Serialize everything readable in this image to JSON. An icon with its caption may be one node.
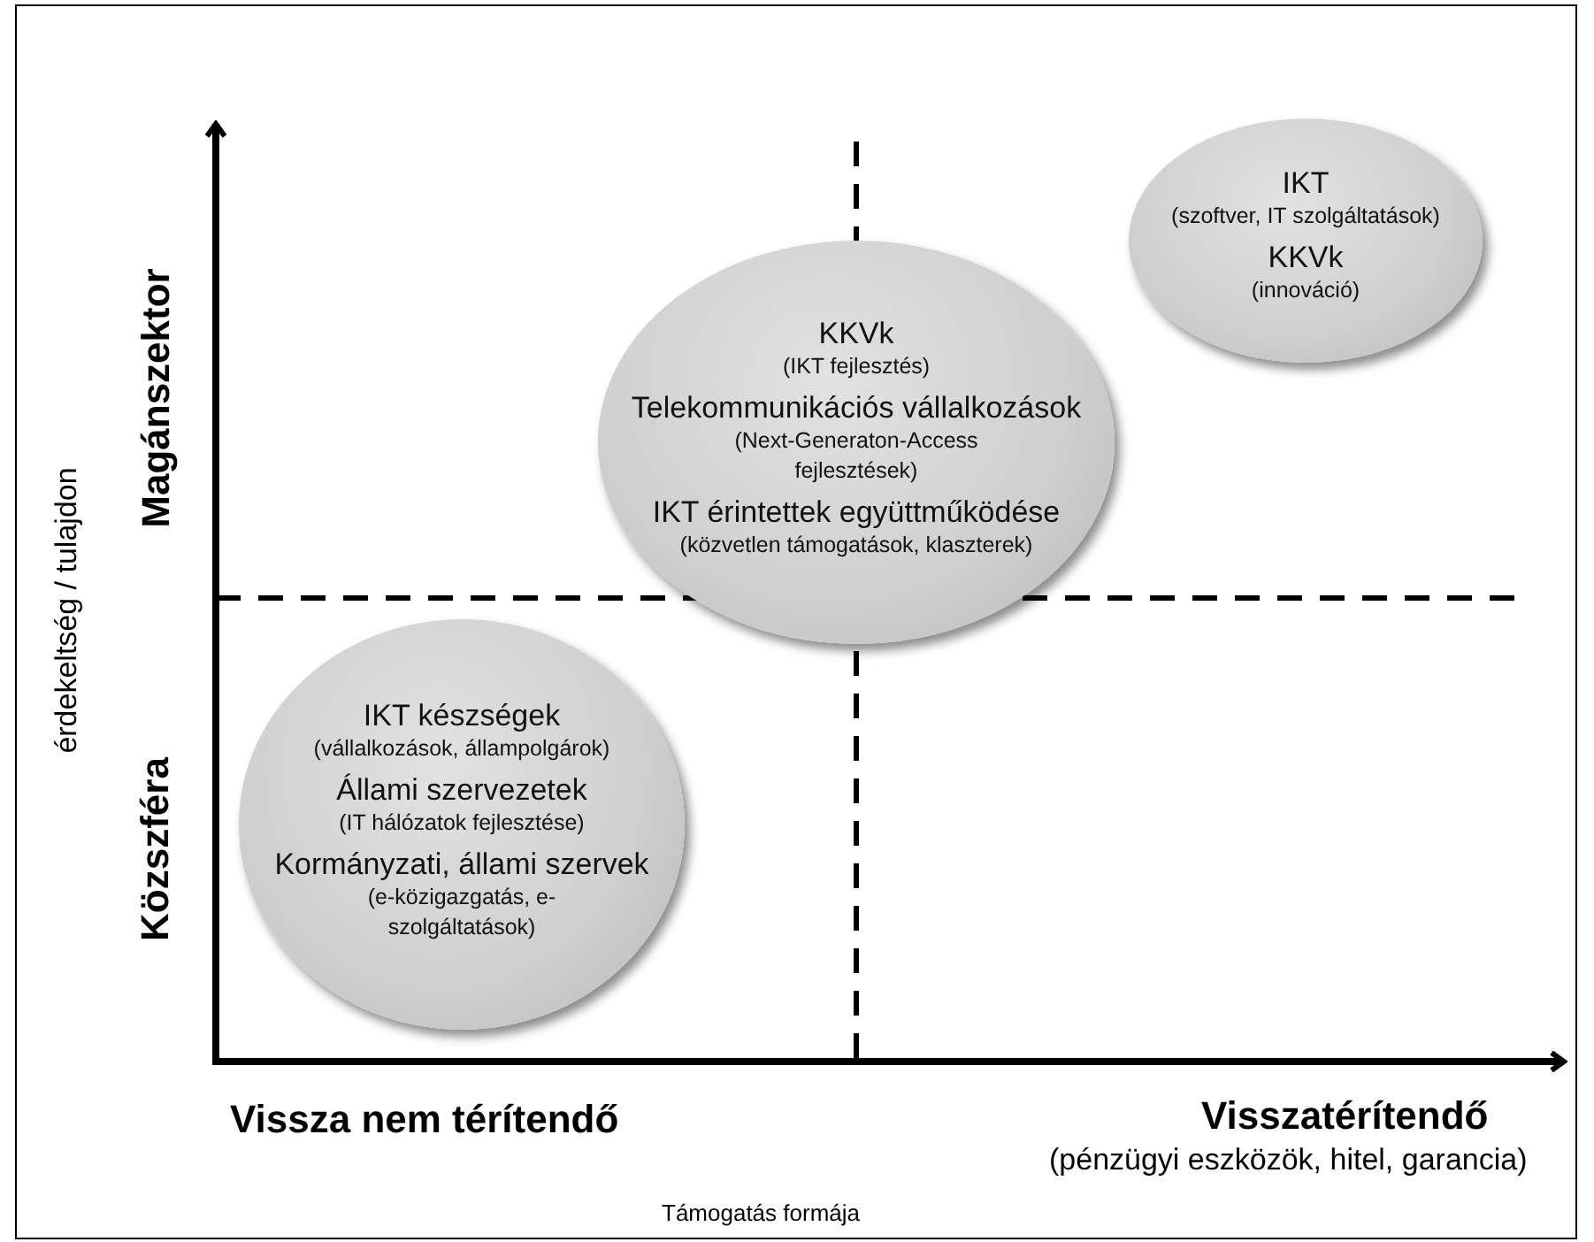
{
  "diagram": {
    "nodes": [
      {
        "text": [
          "IKT",
          "(szoftver, IT szolgáltatások)",
          "KKVk",
          "(innováció)"
        ]
      },
      {
        "text": [
          "KKVk",
          "(IKT fejlesztés)",
          "Telekommunikációs vállalkozások",
          "(Next-Generaton-Access fejlesztések)",
          "IKT érintettek együttműködése",
          "(közvetlen támogatások, klaszterek)"
        ]
      },
      {
        "text": [
          "IKT készségek",
          "(vállalkozások, állampolgárok)",
          "Állami szervezetek",
          "(IT hálózatok fejlesztése)",
          "Kormányzati, állami szervek",
          "(e-közigazgatás, e-szolgáltatások)"
        ]
      }
    ],
    "labels": [
      "Magánszektor",
      "Közszféra",
      "érdekeltség / tulajdon",
      "Vissza nem térítendő",
      "Visszatérítendő",
      "(pénzügyi eszközök, hitel, garancia)",
      "Támogatás formája"
    ]
  }
}
